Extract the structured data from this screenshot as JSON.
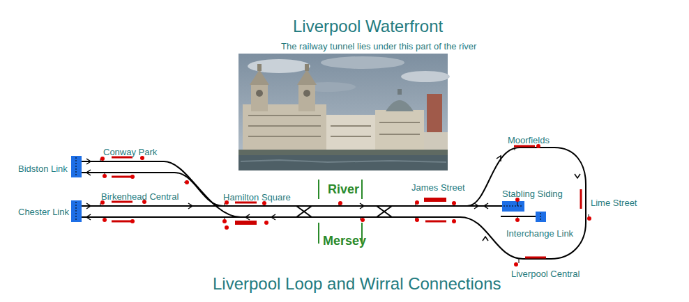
{
  "diagram": {
    "title": "Liverpool Waterfront",
    "caption": "Liverpool Loop and Wirral Connections",
    "labels": [
      "The railway tunnel lies under this part of the river",
      "Conway Park",
      "Bidston Link",
      "Birkenhead Central",
      "Chester Link",
      "Hamilton Square",
      "River",
      "Mersey",
      "James Street",
      "Moorfields",
      "Stabling Siding",
      "Lime Street",
      "Interchange Link",
      "Liverpool Central"
    ]
  }
}
